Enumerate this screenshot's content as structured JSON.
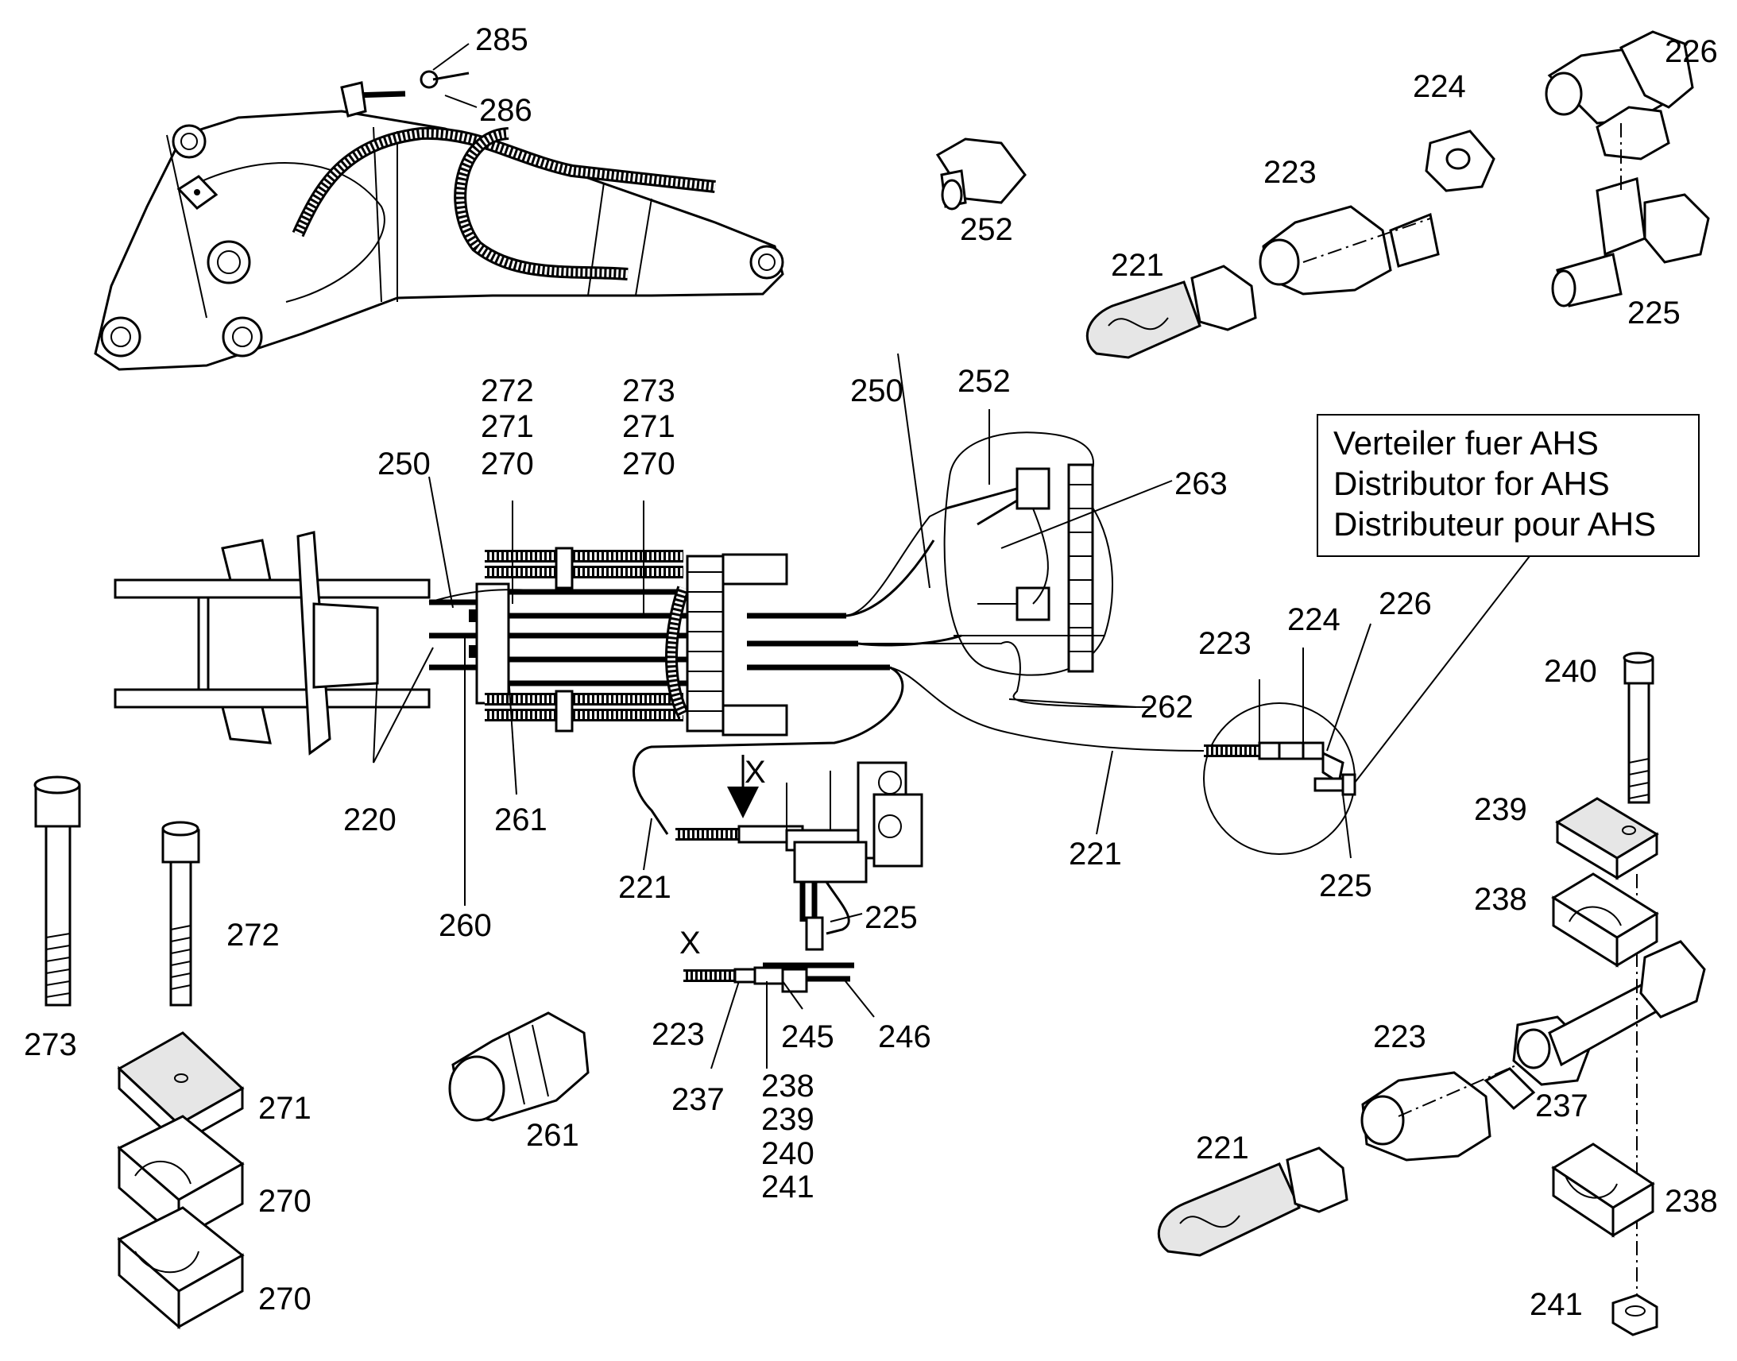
{
  "diagram": {
    "note_box": {
      "lines": [
        "Verteiler fuer AHS",
        "Distributor for AHS",
        "Distributeur pour AHS"
      ]
    },
    "labels": {
      "l285": "285",
      "l286": "286",
      "l252a": "252",
      "l224a": "224",
      "l226a": "226",
      "l223a": "223",
      "l221a": "221",
      "l225a": "225",
      "l250a": "250",
      "l252b": "252",
      "l263": "263",
      "l272a": "272",
      "l271a": "271",
      "l270a": "270",
      "l273a": "273",
      "l271b": "271",
      "l270b": "270",
      "l250b": "250",
      "l262": "262",
      "l223b": "223",
      "l224b": "224",
      "l226b": "226",
      "l240a": "240",
      "l239a": "239",
      "l238a": "238",
      "l220": "220",
      "l261a": "261",
      "l260": "260",
      "l221b": "221",
      "l221c": "221",
      "l225b": "225",
      "l225c": "225",
      "lXa": "X",
      "lXb": "X",
      "l272b": "272",
      "l273b": "273",
      "l223c": "223",
      "l245": "245",
      "l246": "246",
      "l237a": "237",
      "l238b": "238",
      "l239b": "239",
      "l240b": "240",
      "l241a": "241",
      "l261b": "261",
      "l271c": "271",
      "l270c": "270",
      "l270d": "270",
      "l223d": "223",
      "l237b": "237",
      "l221d": "221",
      "l238c": "238",
      "l241b": "241"
    }
  }
}
